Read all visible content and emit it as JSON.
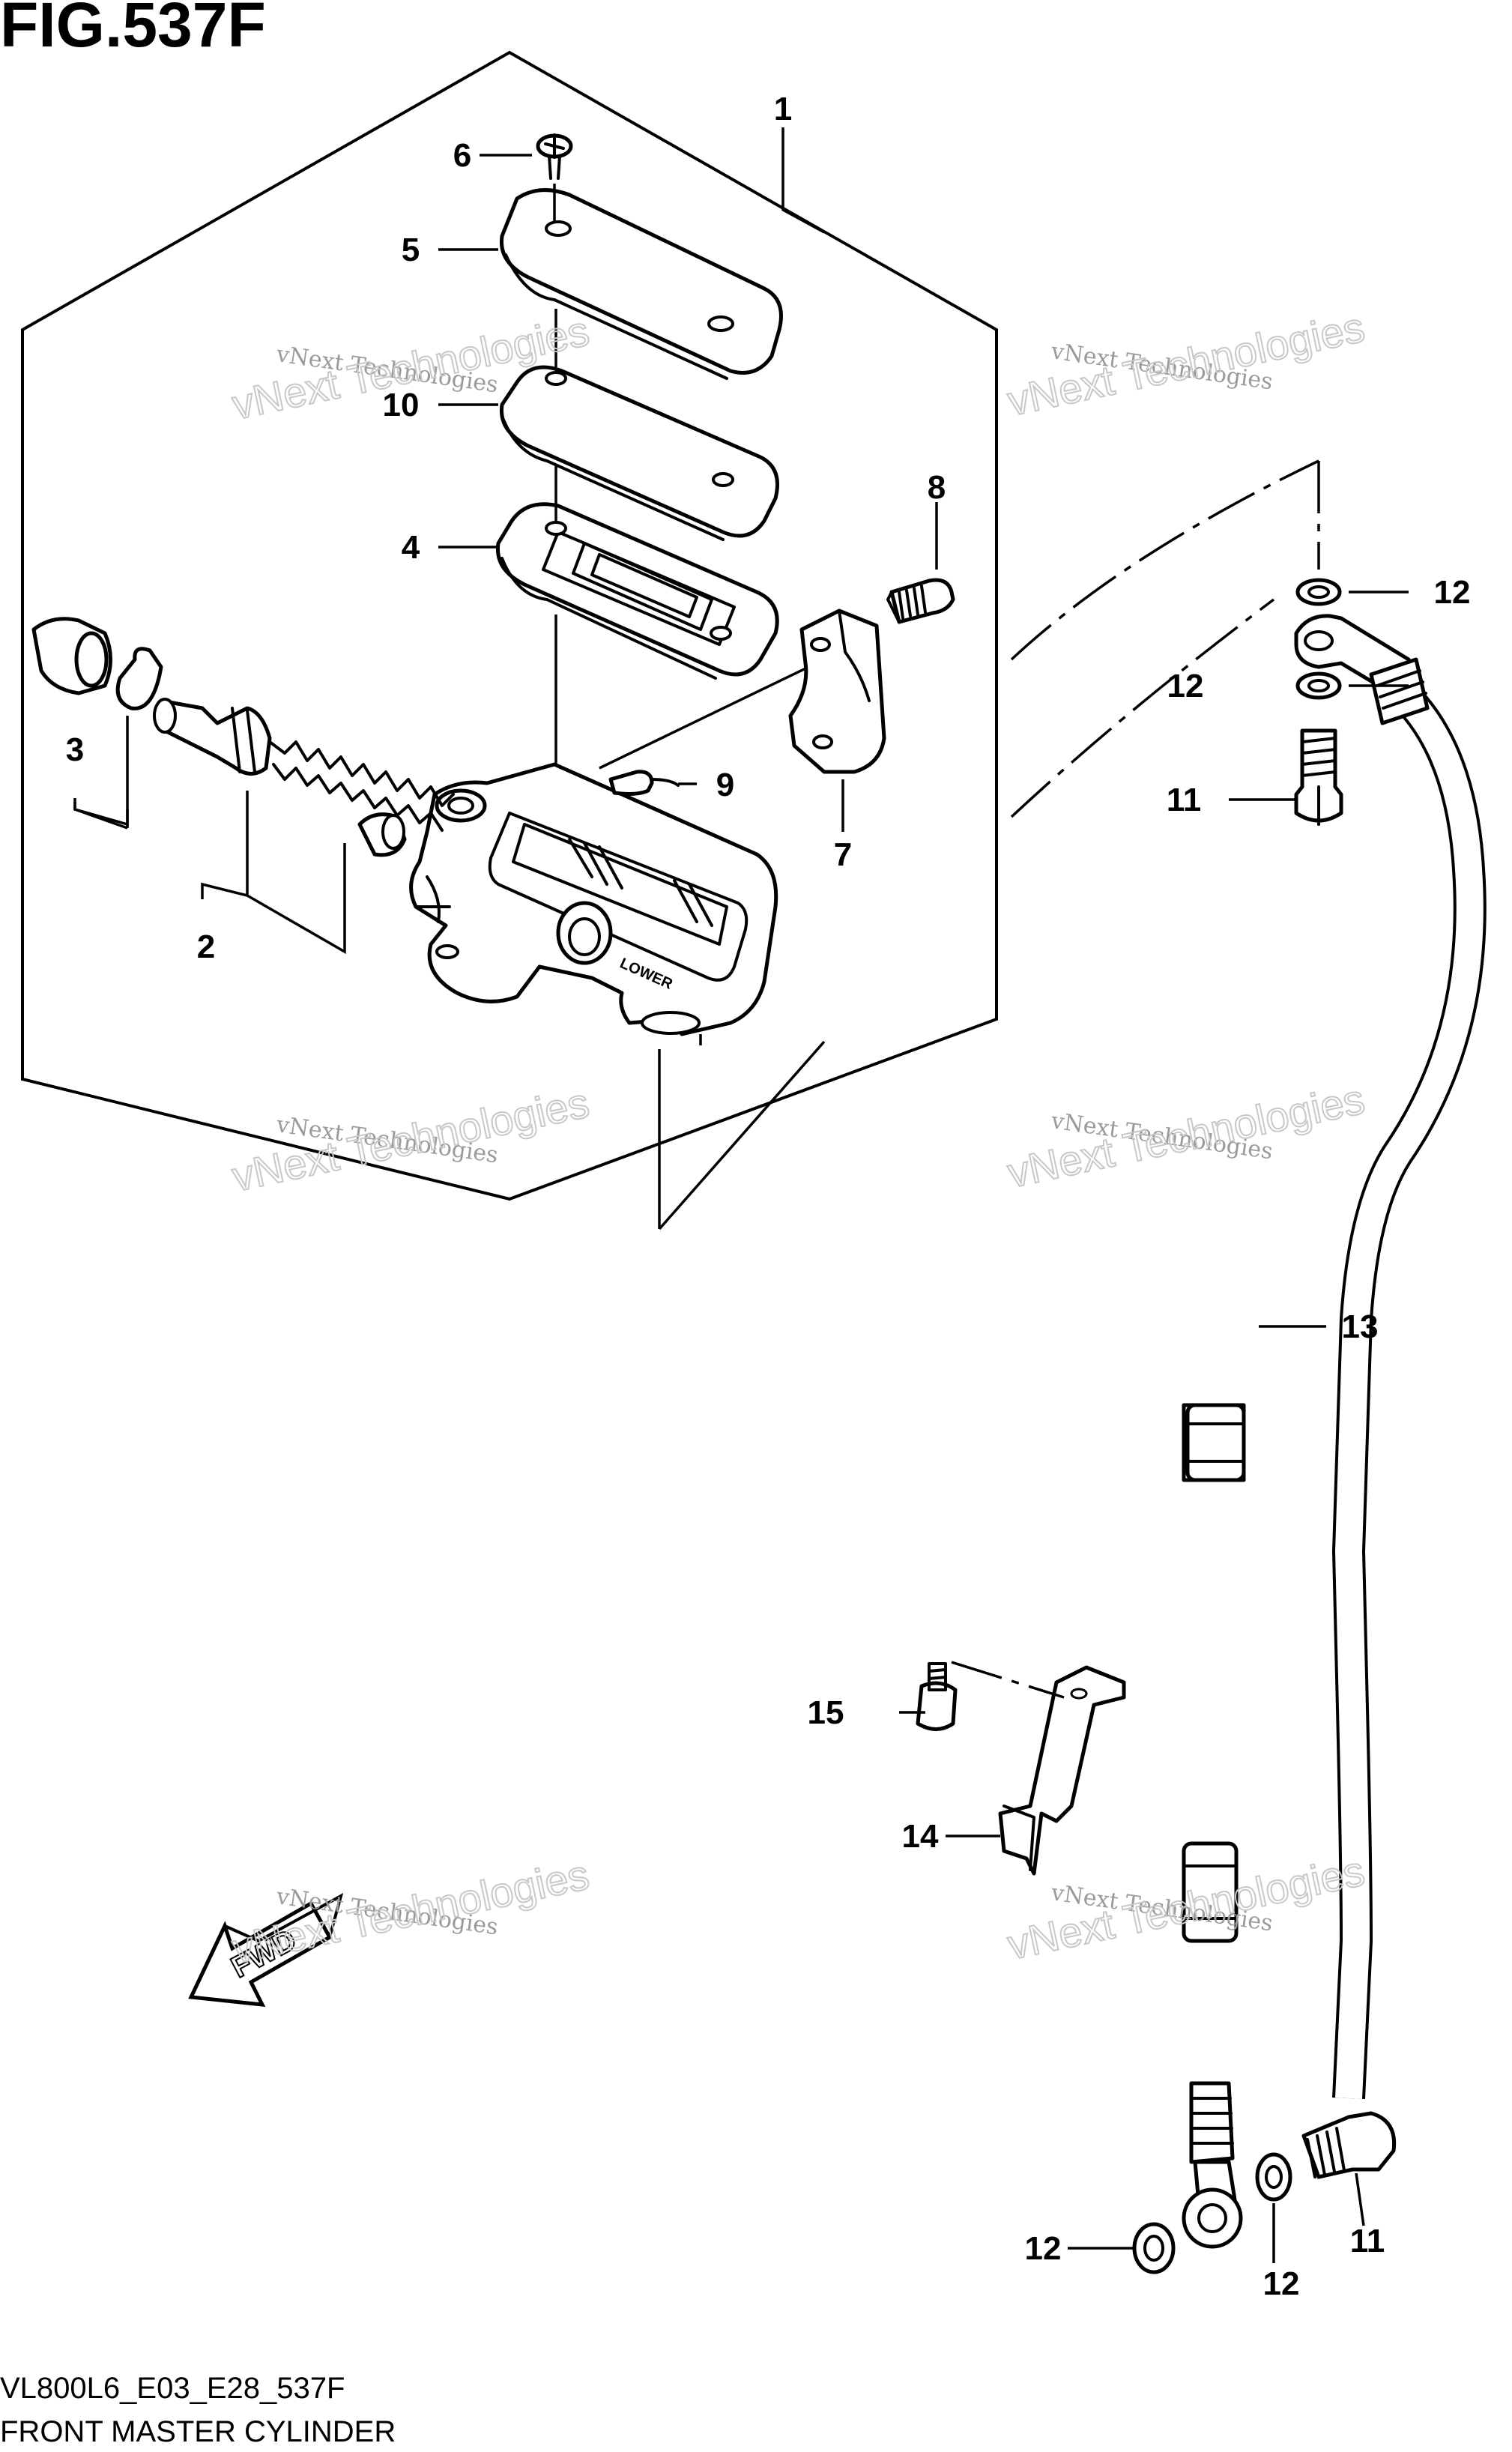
{
  "figure": {
    "title": "FIG.537F",
    "model_code": "VL800L6_E03_E28_537F",
    "caption": "FRONT MASTER CYLINDER"
  },
  "callouts": [
    {
      "id": "c1",
      "label": "1"
    },
    {
      "id": "c2",
      "label": "2"
    },
    {
      "id": "c3",
      "label": "3"
    },
    {
      "id": "c4",
      "label": "4"
    },
    {
      "id": "c5",
      "label": "5"
    },
    {
      "id": "c6",
      "label": "6"
    },
    {
      "id": "c7",
      "label": "7"
    },
    {
      "id": "c8",
      "label": "8"
    },
    {
      "id": "c9",
      "label": "9"
    },
    {
      "id": "c10",
      "label": "10"
    },
    {
      "id": "c11a",
      "label": "11"
    },
    {
      "id": "c11b",
      "label": "11"
    },
    {
      "id": "c12a",
      "label": "12"
    },
    {
      "id": "c12b",
      "label": "12"
    },
    {
      "id": "c12c",
      "label": "12"
    },
    {
      "id": "c12d",
      "label": "12"
    },
    {
      "id": "c13",
      "label": "13"
    },
    {
      "id": "c14",
      "label": "14"
    },
    {
      "id": "c15",
      "label": "15"
    }
  ],
  "watermark": {
    "line1": "vNext Technologies",
    "big": "vNext Technologies"
  },
  "direction_arrow": {
    "label": "FWD"
  },
  "embossed_text": {
    "label": "LOWER"
  }
}
